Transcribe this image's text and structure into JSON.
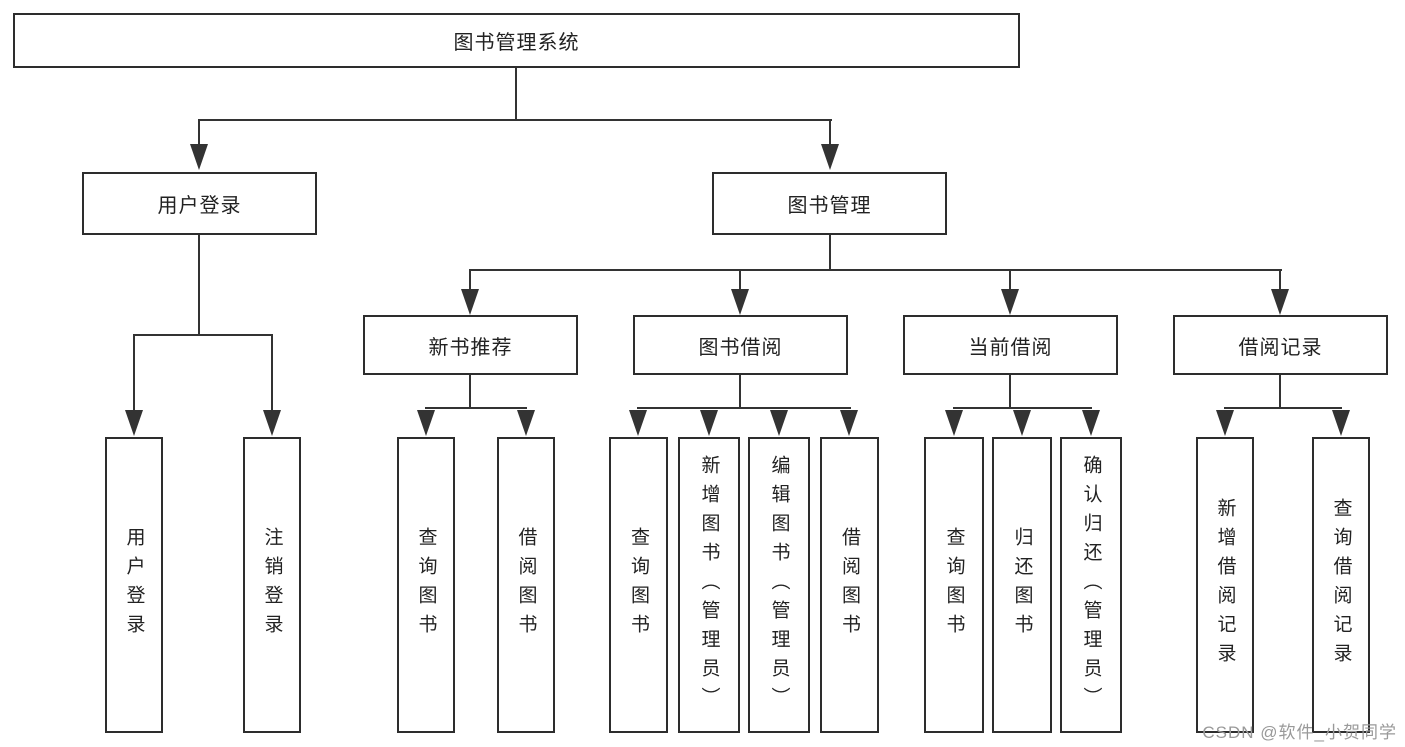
{
  "diagram": {
    "root": {
      "label": "图书管理系统"
    },
    "login": {
      "label": "用户登录",
      "children": [
        "用户登录",
        "注销登录"
      ]
    },
    "management": {
      "label": "图书管理",
      "groups": [
        {
          "label": "新书推荐",
          "children": [
            "查询图书",
            "借阅图书"
          ]
        },
        {
          "label": "图书借阅",
          "children": [
            "查询图书",
            "新增图书（管理员）",
            "编辑图书（管理员）",
            "借阅图书"
          ]
        },
        {
          "label": "当前借阅",
          "children": [
            "查询图书",
            "归还图书",
            "确认归还（管理员）"
          ]
        },
        {
          "label": "借阅记录",
          "children": [
            "新增借阅记录",
            "查询借阅记录"
          ]
        }
      ]
    },
    "watermark": "CSDN @软件_小贺同学",
    "colors": {
      "line": "#333333",
      "box_border": "#2d2d2d",
      "text": "#222222",
      "watermark_text": "#999999",
      "background": "#ffffff"
    }
  }
}
